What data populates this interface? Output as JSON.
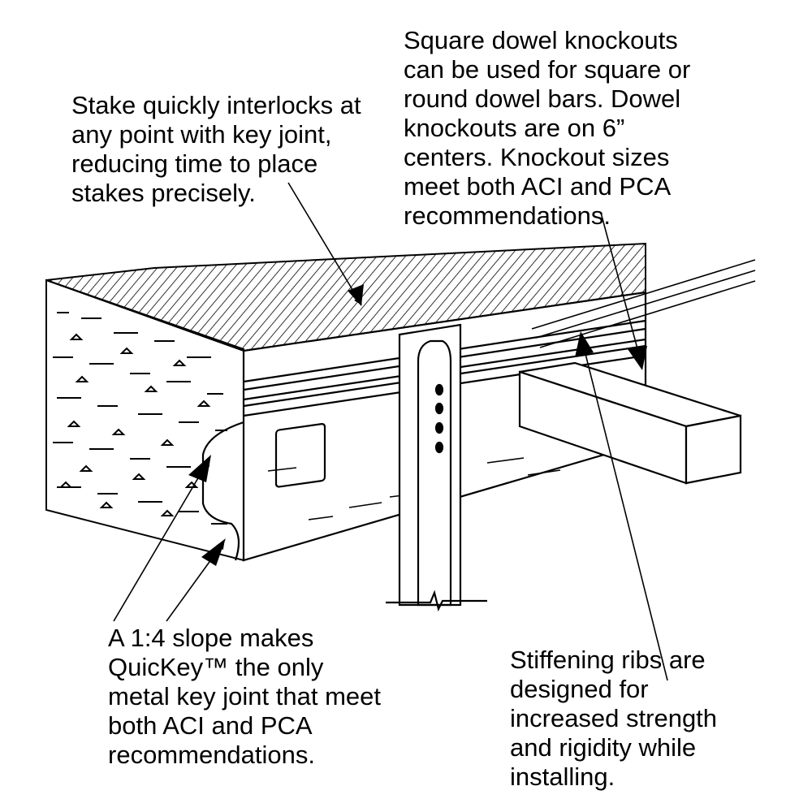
{
  "callouts": {
    "stake": [
      "Stake quickly interlocks at",
      "any point with key joint,",
      "reducing time to place",
      "stakes precisely."
    ],
    "dowel": [
      "Square dowel knockouts",
      "can be used for square or",
      "round dowel bars.  Dowel",
      "knockouts are on 6”",
      "centers.  Knockout sizes",
      "meet both ACI and PCA",
      "recommendations."
    ],
    "slope": [
      "A 1:4 slope makes",
      "QuicKey™ the only",
      "metal key joint that meet",
      "both ACI and PCA",
      "recommendations."
    ],
    "ribs": [
      "Stiffening ribs are",
      "designed for",
      "increased strength",
      "and rigidity while",
      "installing."
    ]
  },
  "colors": {
    "ink": "#000000",
    "paper": "#ffffff"
  }
}
